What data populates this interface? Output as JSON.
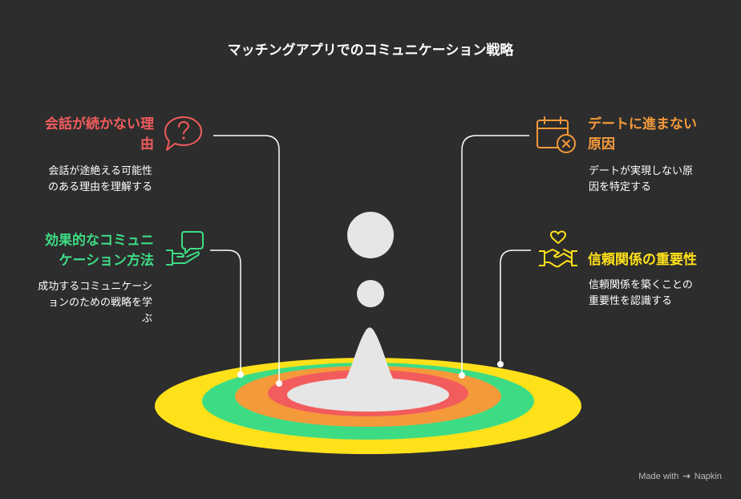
{
  "title": "マッチングアプリでのコミュニケーション戦略",
  "colors": {
    "background": "#2d2d2d",
    "red": "#f25c5c",
    "orange": "#f59a3b",
    "green": "#3ddc84",
    "yellow": "#ffe11a",
    "shape": "#e6e6e6"
  },
  "blocks": {
    "top_left": {
      "title_line1": "会話が続かない理",
      "title_line2": "由",
      "desc_line1": "会話が途絶える可能性",
      "desc_line2": "のある理由を理解する",
      "icon": "speech-bubble-question-icon"
    },
    "mid_left": {
      "title_line1": "効果的なコミュニ",
      "title_line2": "ケーション方法",
      "desc_line1": "成功するコミュニケーシ",
      "desc_line2": "ョンのための戦略を学",
      "desc_line3": "ぶ",
      "icon": "hand-holding-chat-icon"
    },
    "top_right": {
      "title_line1": "デートに進まない",
      "title_line2": "原因",
      "desc_line1": "デートが実現しない原",
      "desc_line2": "因を特定する",
      "icon": "calendar-cancel-icon"
    },
    "mid_right": {
      "title_line1": "信頼関係の重要性",
      "desc_line1": "信頼関係を築くことの",
      "desc_line2": "重要性を認識する",
      "icon": "handshake-heart-icon"
    }
  },
  "credit": {
    "made_with": "Made with",
    "brand": "Napkin"
  }
}
